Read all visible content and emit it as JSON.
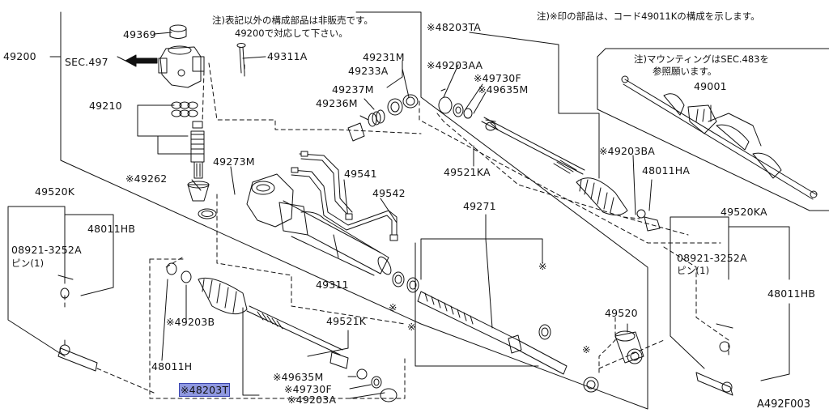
{
  "notes": {
    "top_right": "注)※印の部品は、コード49011Kの構成を示します。",
    "not_sold_line1": "注)表記以外の構成部品は非販売です。",
    "not_sold_line2": "49200で対応して下さい。",
    "mounting_line1": "注)マウンティングはSEC.483を",
    "mounting_line2": "参照願います。"
  },
  "labels": {
    "p49200": "49200",
    "sec497": "SEC.497",
    "p49369": "49369",
    "p49311A": "49311A",
    "p49210": "49210",
    "p49262": "※49262",
    "p49273M": "49273M",
    "p49231M": "49231M",
    "p49233A": "49233A",
    "p49237M": "49237M",
    "p49236M": "49236M",
    "p49541": "49541",
    "p49542": "49542",
    "p49311": "49311",
    "p49520K": "49520K",
    "p48011HB_left": "48011HB",
    "p08921_left": "08921-3252A",
    "pin_left": "ピン(1)",
    "p48203TA": "※48203TA",
    "p49203AA": "※49203AA",
    "p49730F_top": "※49730F",
    "p49635M_top": "※49635M",
    "p49521KA": "49521KA",
    "p49203BA": "※49203BA",
    "p48011HA": "48011HA",
    "p49001": "49001",
    "p49520KA": "49520KA",
    "p08921_right": "08921-3252A",
    "pin_right": "ピン(1)",
    "p48011HB_right": "48011HB",
    "p49271": "49271",
    "p49520": "49520",
    "p49203B": "※49203B",
    "p49521K": "49521K",
    "p48011H": "48011H",
    "p49635M_bot": "※49635M",
    "p48203T": "※48203T",
    "p49730F_bot": "※49730F",
    "p49203A": "※49203A",
    "asterisk": "※",
    "diagram_code": "A492F003"
  }
}
